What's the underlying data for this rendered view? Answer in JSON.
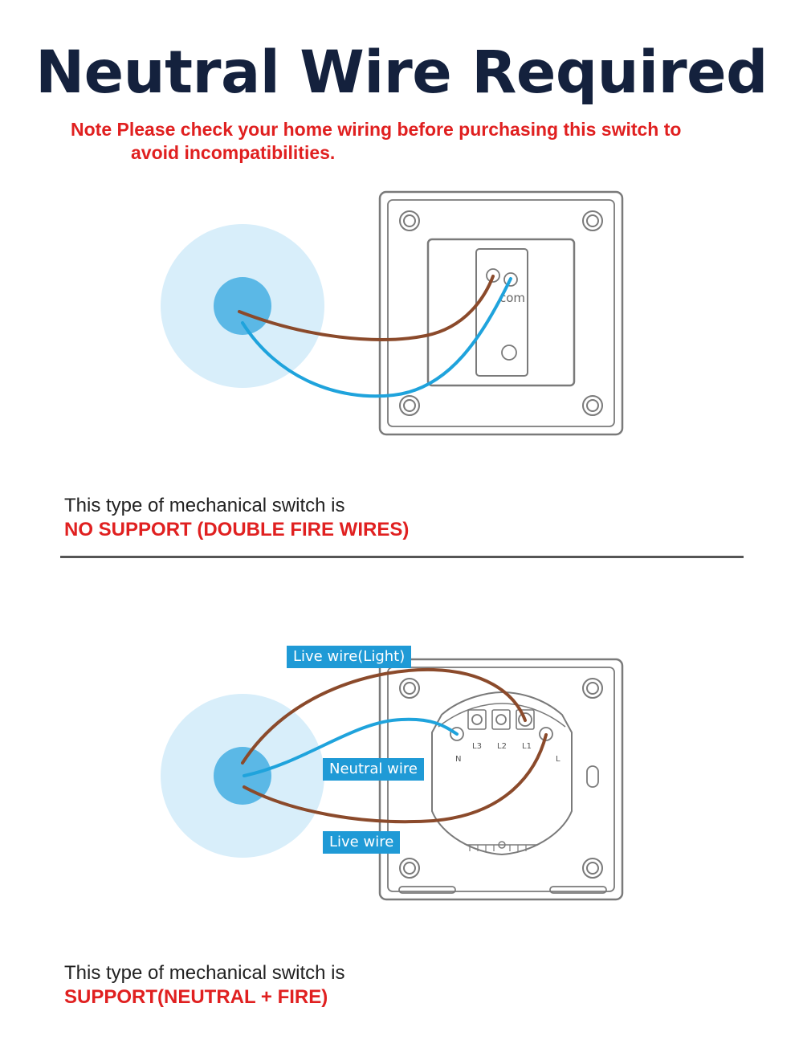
{
  "title": "Neutral Wire Required",
  "note": {
    "line1": "Note Please check your home wiring before purchasing this switch to",
    "line2": "avoid incompatibilities."
  },
  "section1": {
    "terminal_label": "com",
    "description": "This type of mechanical switch is",
    "verdict": "NO SUPPORT (DOUBLE FIRE WIRES)"
  },
  "section2": {
    "labels": {
      "live_light": "Live wire(Light)",
      "neutral": "Neutral wire",
      "live": "Live wire"
    },
    "terminals": {
      "l3": "L3",
      "l2": "L2",
      "l1": "L1",
      "n": "N",
      "l": "L"
    },
    "description": "This type of mechanical switch is",
    "verdict": "SUPPORT(NEUTRAL + FIRE)"
  },
  "colors": {
    "title": "#14213d",
    "warning": "#e02020",
    "brown_wire": "#8b4a2b",
    "blue_wire": "#1fa3dc",
    "halo": "#d8eefa",
    "bulb": "#5bb8e6",
    "label_bg": "#1f9ad6"
  }
}
